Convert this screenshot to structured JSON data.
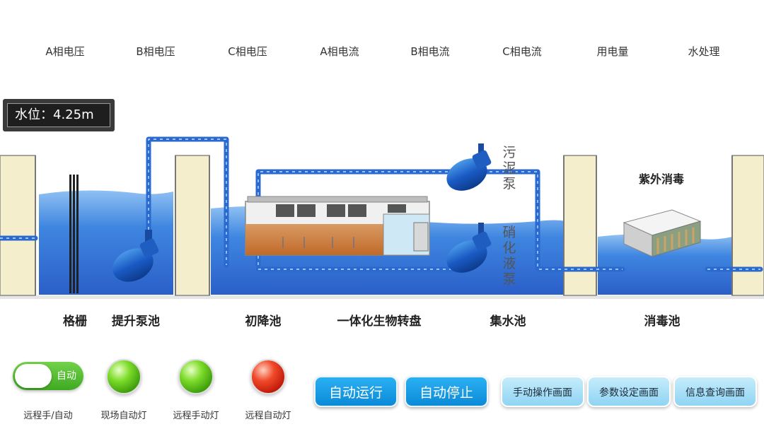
{
  "metrics": [
    "A相电压",
    "B相电压",
    "C相电压",
    "A相电流",
    "B相电流",
    "C相电流",
    "用电量",
    "水处理"
  ],
  "water_level": "水位：4.25m",
  "pools": [
    "格栅",
    "提升泵池",
    "初降池",
    "一体化生物转盘",
    "集水池",
    "消毒池"
  ],
  "equipment": {
    "uv_title": "紫外消毒",
    "sludge_pump": "污泥泵",
    "nitrate_pump": "硝化液泵"
  },
  "controls": {
    "toggle_text": "自动",
    "toggle_label": "远程手/自动",
    "lamps": [
      {
        "label": "现场自动灯",
        "color": "green"
      },
      {
        "label": "远程手动灯",
        "color": "green"
      },
      {
        "label": "远程自动灯",
        "color": "red"
      }
    ]
  },
  "buttons": {
    "auto_run": "自动运行",
    "auto_stop": "自动停止",
    "manual": "手动操作画面",
    "params": "参数设定画面",
    "info": "信息查询画面"
  },
  "colors": {
    "water": "#3a78d8",
    "pipe": "#2a6ad0",
    "wall": "#f4eecd",
    "primary_button": "#0b8ad8",
    "secondary_button": "#8fd4f3",
    "lamp_green": "#3e9e0c",
    "lamp_red": "#c21a0a"
  }
}
